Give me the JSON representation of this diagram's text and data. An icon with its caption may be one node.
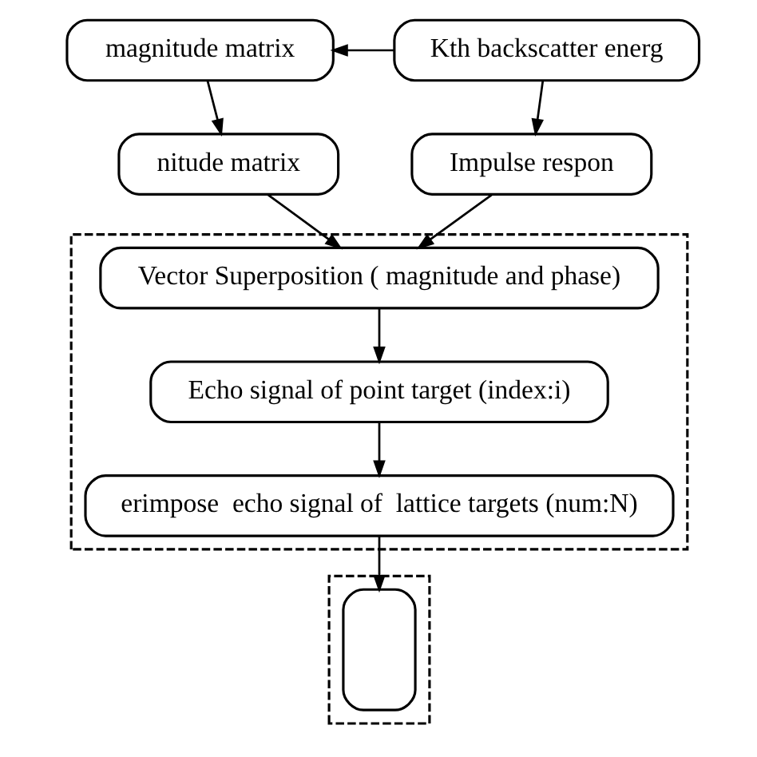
{
  "diagram": {
    "nodes": [
      {
        "text": [
          "magnitude matrix"
        ]
      },
      {
        "text": [
          "Kth backscatter energ"
        ]
      },
      {
        "text": [
          "nitude matrix"
        ]
      },
      {
        "text": [
          "Impulse respon"
        ]
      },
      {
        "text": [],
        "shape": "box"
      },
      {
        "text": [
          "Vector Superposition ( magnitude and phase)"
        ],
        "in": 4
      },
      {
        "text": [
          "Echo signal of point target (index:i)"
        ],
        "in": 4
      },
      {
        "text": [
          "erimpose  echo signal of  lattice targets (num:N)"
        ],
        "in": 4
      },
      {
        "text": [],
        "shape": "box"
      },
      {
        "text": [],
        "shape": "box",
        "in": 8
      }
    ],
    "edges": [
      {
        "from": 1,
        "to": 0,
        "arrow": "to"
      },
      {
        "from": 0,
        "to": 2,
        "arrow": "to"
      },
      {
        "from": 1,
        "to": 3,
        "arrow": "to"
      },
      {
        "from": 2,
        "to": 5,
        "arrow": "to"
      },
      {
        "from": 3,
        "to": 5,
        "arrow": "to"
      },
      {
        "from": 5,
        "to": 6,
        "arrow": "to"
      },
      {
        "from": 6,
        "to": 7,
        "arrow": "to"
      },
      {
        "from": 7,
        "to": 9,
        "arrow": "to"
      }
    ]
  }
}
